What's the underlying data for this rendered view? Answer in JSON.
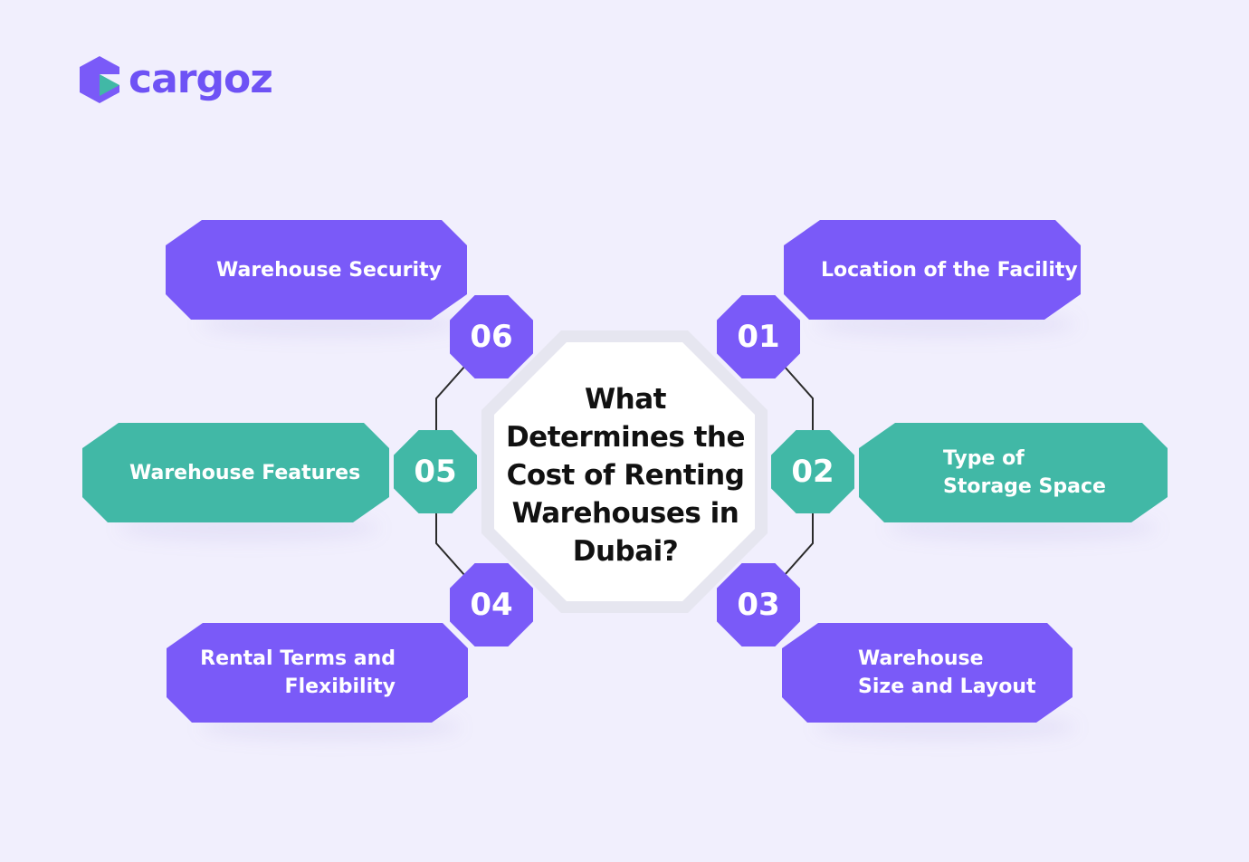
{
  "brand": {
    "name": "cargoz",
    "colors": {
      "purple": "#7a5af8",
      "teal": "#41b8a6",
      "background": "#f1effd"
    }
  },
  "center": {
    "title": "What Determines the Cost of Renting Warehouses in Dubai?"
  },
  "factors": [
    {
      "number": "01",
      "lines": [
        "Location of the Facility"
      ],
      "color": "purple"
    },
    {
      "number": "02",
      "lines": [
        "Type of",
        "Storage Space"
      ],
      "color": "teal"
    },
    {
      "number": "03",
      "lines": [
        "Warehouse",
        "Size and Layout"
      ],
      "color": "purple"
    },
    {
      "number": "04",
      "lines": [
        "Rental Terms and",
        "Flexibility"
      ],
      "color": "purple"
    },
    {
      "number": "05",
      "lines": [
        "Warehouse Features"
      ],
      "color": "teal"
    },
    {
      "number": "06",
      "lines": [
        "Warehouse Security"
      ],
      "color": "purple"
    }
  ]
}
